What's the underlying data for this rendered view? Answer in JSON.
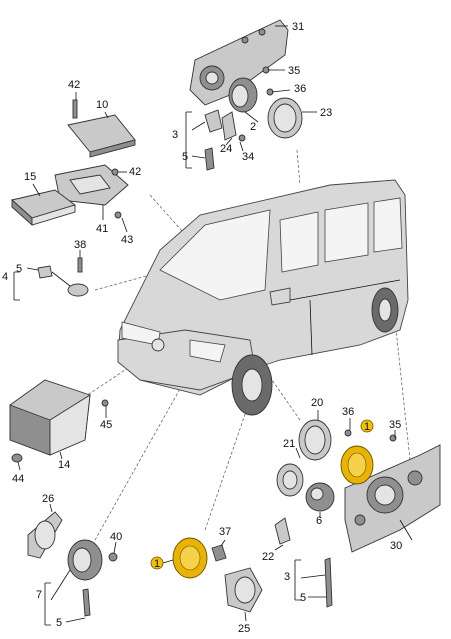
{
  "callouts": {
    "c31": "31",
    "c35a": "35",
    "c36a": "36",
    "c2": "2",
    "c23": "23",
    "c3a": "3",
    "c5a": "5",
    "c24": "24",
    "c34": "34",
    "c42a": "42",
    "c10": "10",
    "c42b": "42",
    "c15": "15",
    "c41": "41",
    "c43": "43",
    "c38": "38",
    "c4": "4",
    "c5b": "5",
    "c45": "45",
    "c14": "14",
    "c44": "44",
    "c20": "20",
    "c36b": "36",
    "c1a": "1",
    "c35b": "35",
    "c21": "21",
    "c30": "30",
    "c6": "6",
    "c22": "22",
    "c3b": "3",
    "c5c": "5",
    "c26": "26",
    "c40": "40",
    "c7": "7",
    "c5d": "5",
    "c37": "37",
    "c1b": "1",
    "c25": "25"
  },
  "colors": {
    "highlight": "#e8b400",
    "badge": "#f2c200"
  }
}
